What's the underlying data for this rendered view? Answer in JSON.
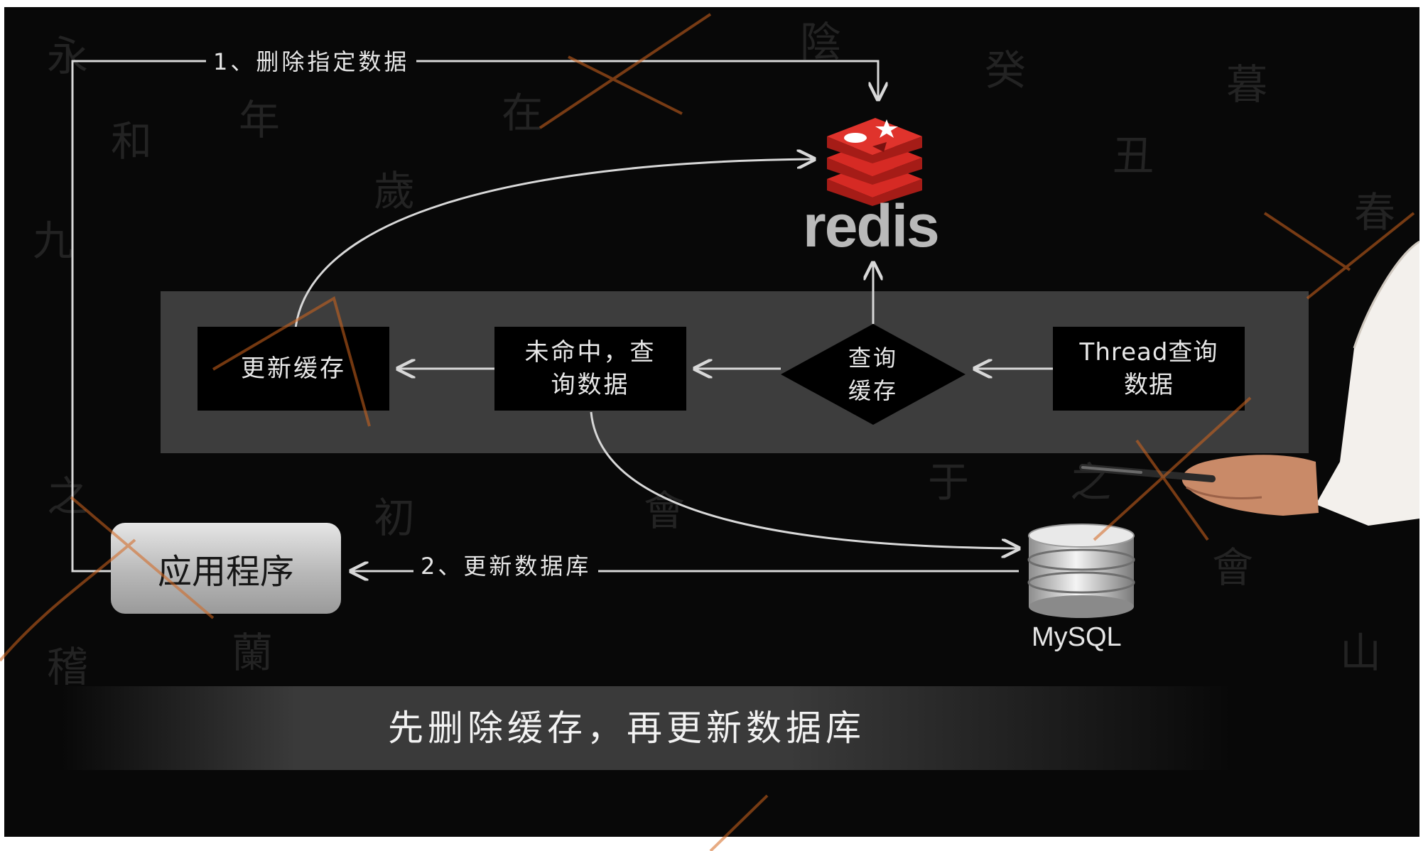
{
  "diagram": {
    "title": "先删除缓存，再更新数据库",
    "nodes": {
      "redis": {
        "label": "redis"
      },
      "mysql": {
        "label": "MySQL"
      },
      "app": {
        "label": "应用程序"
      },
      "update_cache": {
        "label": "更新缓存"
      },
      "miss_query": {
        "label": "未命中，查\n询数据"
      },
      "query_cache": {
        "label": "查询\n缓存"
      },
      "thread_query": {
        "label": "Thread查询\n数据"
      }
    },
    "edges": {
      "delete_data": {
        "label": "1、删除指定数据"
      },
      "update_db": {
        "label": "2、更新数据库"
      }
    }
  },
  "colors": {
    "background": "#080808",
    "band": "#3d3d3d",
    "box": "#000000",
    "line": "#d8d8d8",
    "redis_red": "#d62a24",
    "watermark": "#d4661e"
  }
}
